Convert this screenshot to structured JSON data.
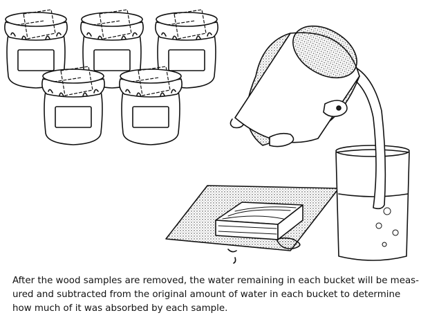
{
  "caption": {
    "lines": [
      "After the wood samples are removed, the water remaining in each bucket will be meas-",
      "ured and subtracted from the original amount of water in each bucket to determine",
      "how much of it was absorbed by each sample."
    ]
  }
}
